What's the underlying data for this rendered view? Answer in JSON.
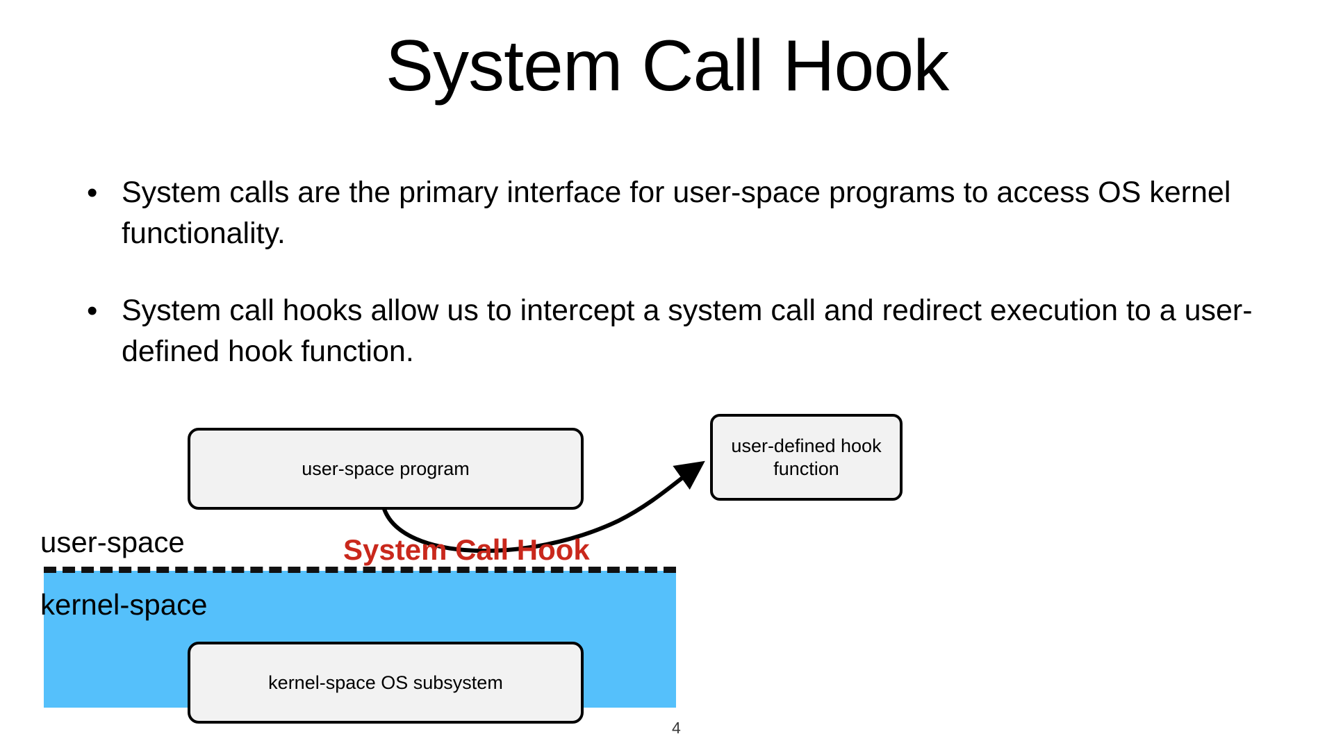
{
  "slide": {
    "title": "System Call Hook",
    "page_number": "4",
    "bullet_marker": "•",
    "bullets": [
      "System calls are the primary interface for user-space programs to access OS kernel functionality.",
      "System call hooks allow us to intercept a system call and redirect execution to a user-defined hook function."
    ]
  },
  "diagram": {
    "boxes": {
      "user_program": "user-space program",
      "hook_function_line1": "user-defined hook",
      "hook_function_line2": "function",
      "kernel_subsystem": "kernel-space OS subsystem"
    },
    "labels": {
      "user_space": "user-space",
      "kernel_space": "kernel-space",
      "system_call_hook": "System Call Hook"
    },
    "colors": {
      "kernel_band": "#55c0fb",
      "hook_label": "#c9281c",
      "box_fill": "#f2f2f2",
      "box_border": "#000000",
      "divider": "#111111"
    }
  }
}
